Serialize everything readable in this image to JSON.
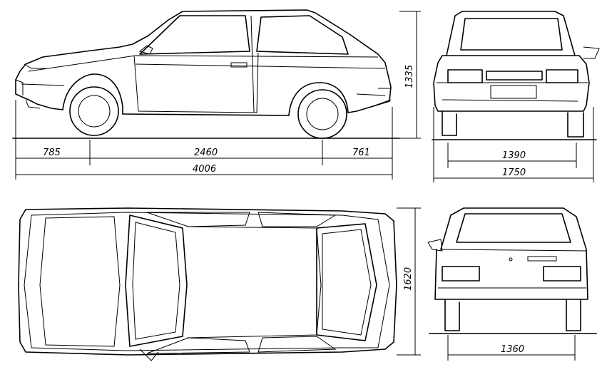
{
  "dimensions": {
    "front_overhang": "785",
    "wheelbase": "2460",
    "rear_overhang": "761",
    "overall_length": "4006",
    "height": "1335",
    "front_track": "1390",
    "overall_width": "1750",
    "body_width": "1620",
    "rear_track": "1360"
  },
  "views": [
    "side-view",
    "front-view",
    "top-view",
    "rear-view"
  ]
}
